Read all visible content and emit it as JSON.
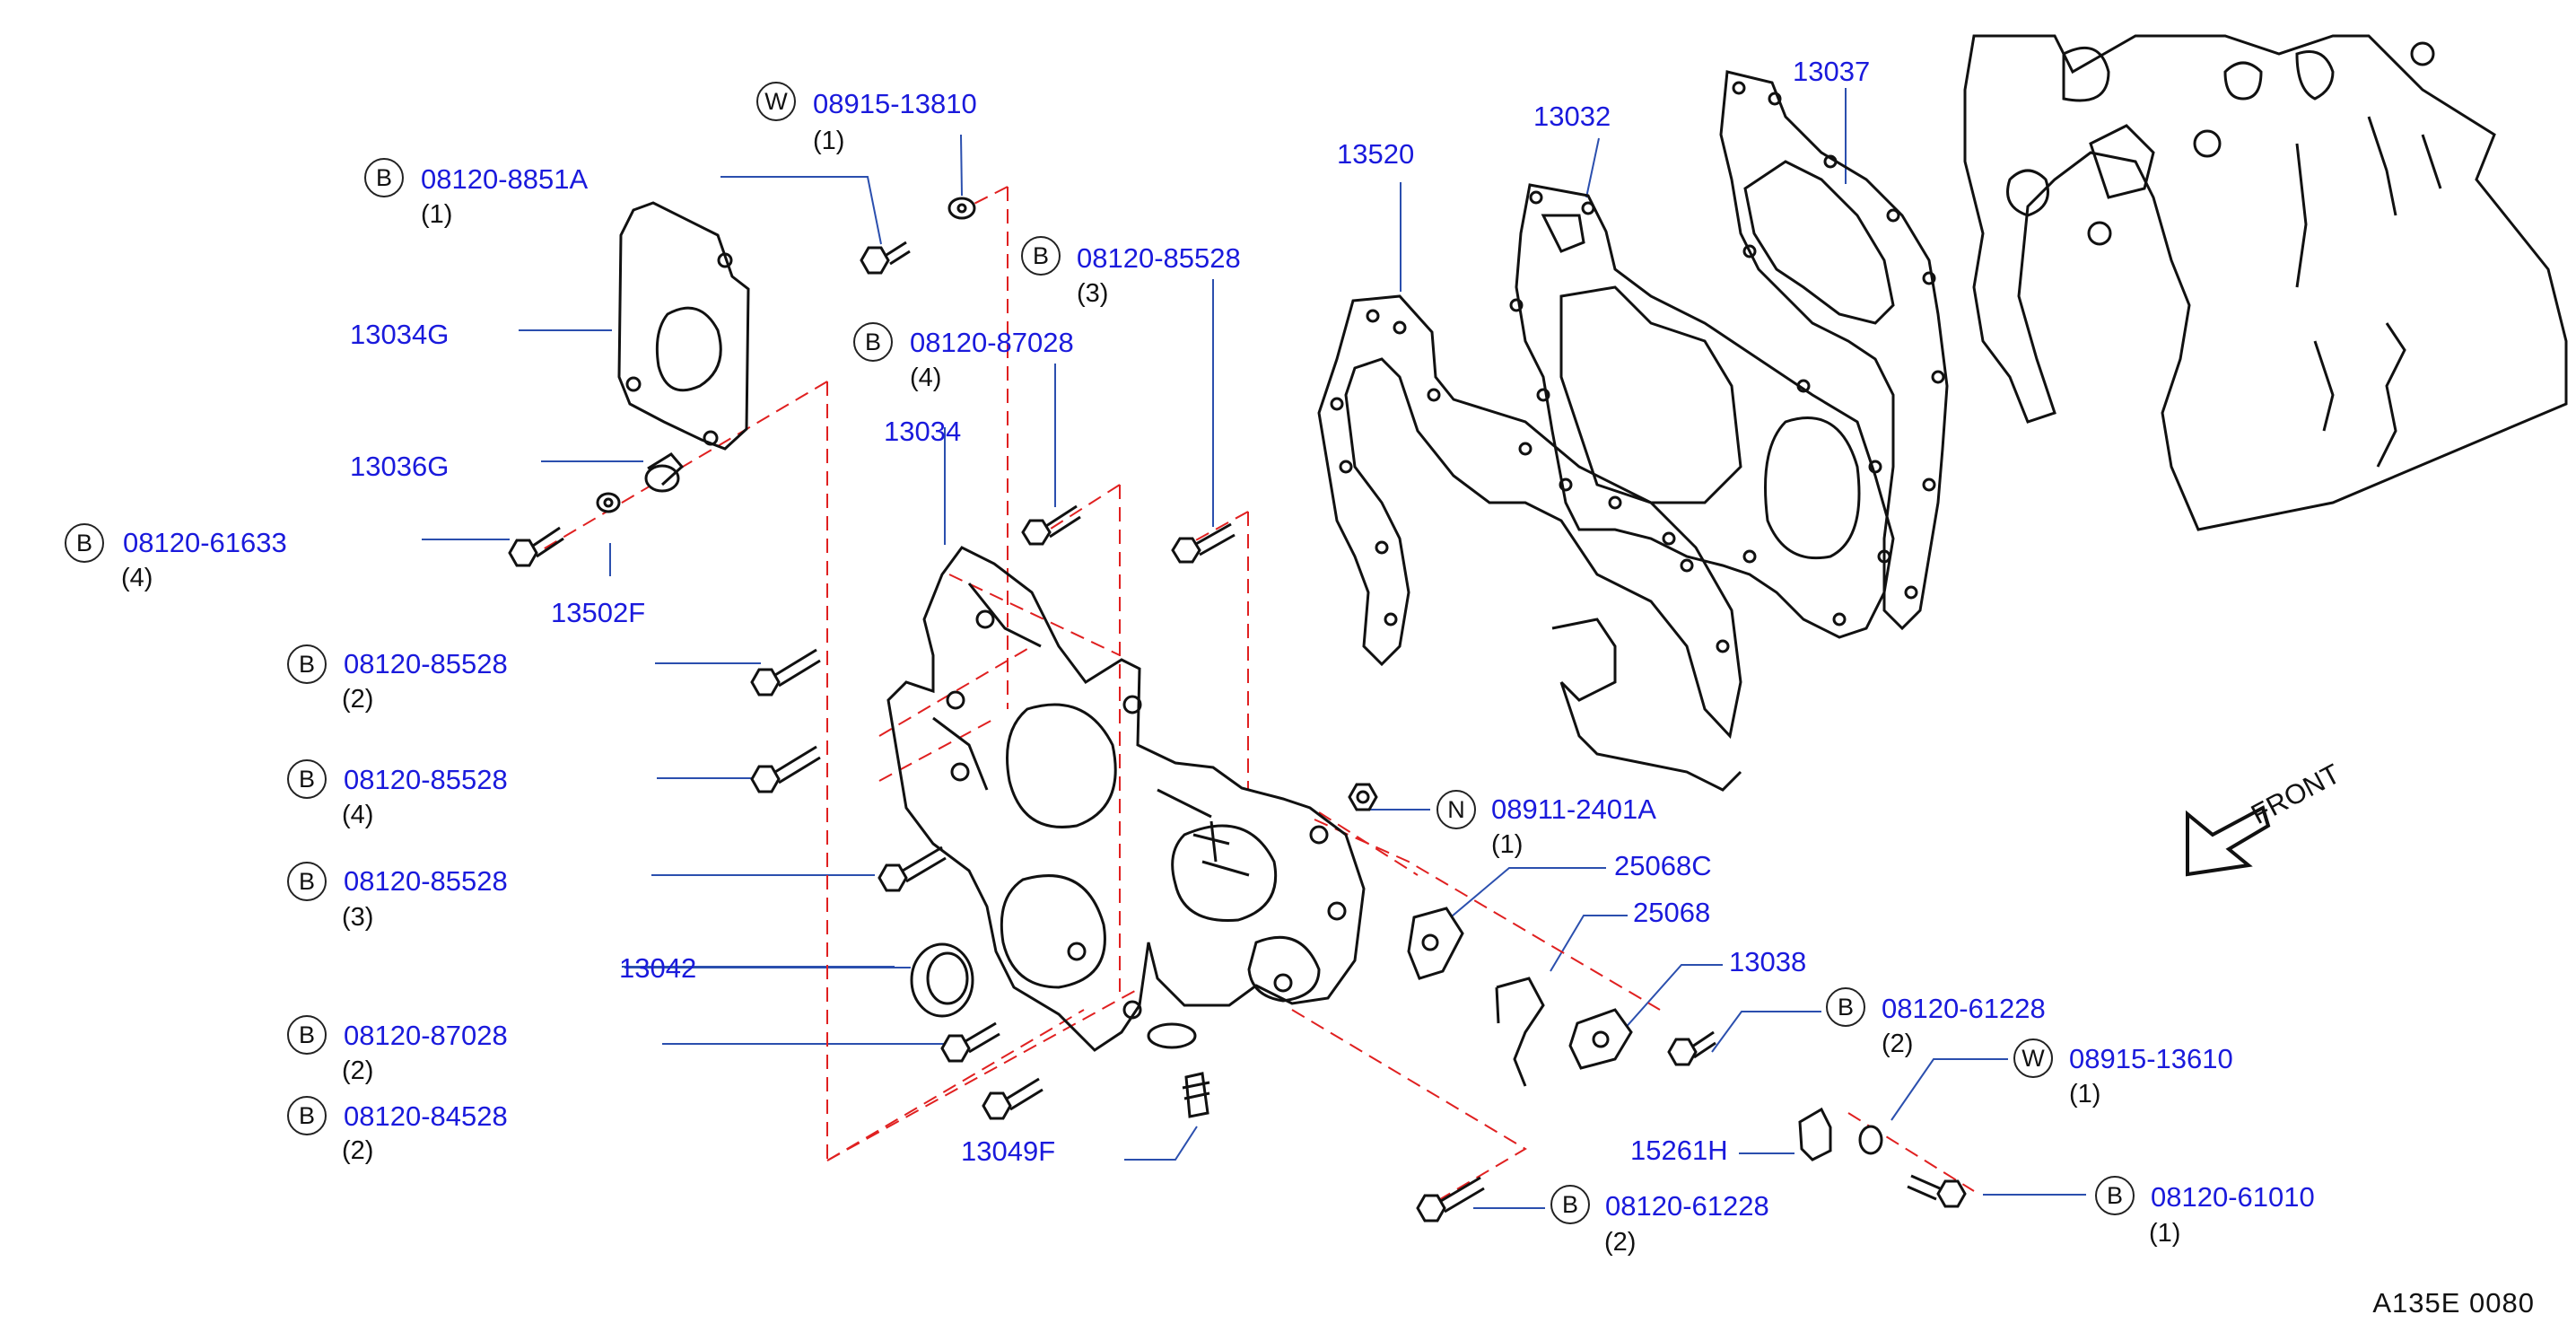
{
  "diagram_code": "A135E  0080",
  "front_label": "FRONT",
  "labels": [
    {
      "id": "w1",
      "prefix": "W",
      "part": "08915-13810",
      "qty": "(1)"
    },
    {
      "id": "b1",
      "prefix": "B",
      "part": "08120-8851A",
      "qty": "(1)"
    },
    {
      "id": "b2",
      "prefix": "B",
      "part": "08120-85528",
      "qty": "(3)"
    },
    {
      "id": "b3",
      "prefix": "B",
      "part": "08120-87028",
      "qty": "(4)"
    },
    {
      "id": "p13034g",
      "prefix": "",
      "part": "13034G",
      "qty": ""
    },
    {
      "id": "p13034",
      "prefix": "",
      "part": "13034",
      "qty": ""
    },
    {
      "id": "p13036g",
      "prefix": "",
      "part": "13036G",
      "qty": ""
    },
    {
      "id": "b4",
      "prefix": "B",
      "part": "08120-61633",
      "qty": "(4)"
    },
    {
      "id": "p13502f",
      "prefix": "",
      "part": "13502F",
      "qty": ""
    },
    {
      "id": "b5",
      "prefix": "B",
      "part": "08120-85528",
      "qty": "(2)"
    },
    {
      "id": "b6",
      "prefix": "B",
      "part": "08120-85528",
      "qty": "(4)"
    },
    {
      "id": "b7",
      "prefix": "B",
      "part": "08120-85528",
      "qty": "(3)"
    },
    {
      "id": "p13042",
      "prefix": "",
      "part": "13042",
      "qty": ""
    },
    {
      "id": "b8",
      "prefix": "B",
      "part": "08120-87028",
      "qty": "(2)"
    },
    {
      "id": "b9",
      "prefix": "B",
      "part": "08120-84528",
      "qty": "(2)"
    },
    {
      "id": "p13049f",
      "prefix": "",
      "part": "13049F",
      "qty": ""
    },
    {
      "id": "p13520",
      "prefix": "",
      "part": "13520",
      "qty": ""
    },
    {
      "id": "p13032",
      "prefix": "",
      "part": "13032",
      "qty": ""
    },
    {
      "id": "p13037",
      "prefix": "",
      "part": "13037",
      "qty": ""
    },
    {
      "id": "n1",
      "prefix": "N",
      "part": "08911-2401A",
      "qty": "(1)"
    },
    {
      "id": "p25068c",
      "prefix": "",
      "part": "25068C",
      "qty": ""
    },
    {
      "id": "p25068",
      "prefix": "",
      "part": "25068",
      "qty": ""
    },
    {
      "id": "p13038",
      "prefix": "",
      "part": "13038",
      "qty": ""
    },
    {
      "id": "b10",
      "prefix": "B",
      "part": "08120-61228",
      "qty": "(2)"
    },
    {
      "id": "w2",
      "prefix": "W",
      "part": "08915-13610",
      "qty": "(1)"
    },
    {
      "id": "p15261h",
      "prefix": "",
      "part": "15261H",
      "qty": ""
    },
    {
      "id": "b11",
      "prefix": "B",
      "part": "08120-61228",
      "qty": "(2)"
    },
    {
      "id": "b12",
      "prefix": "B",
      "part": "08120-61010",
      "qty": "(1)"
    }
  ],
  "colors": {
    "part_number": "#1a1adc",
    "leader": "#2b4fae",
    "dash": "#e02020",
    "drawing": "#111111"
  }
}
